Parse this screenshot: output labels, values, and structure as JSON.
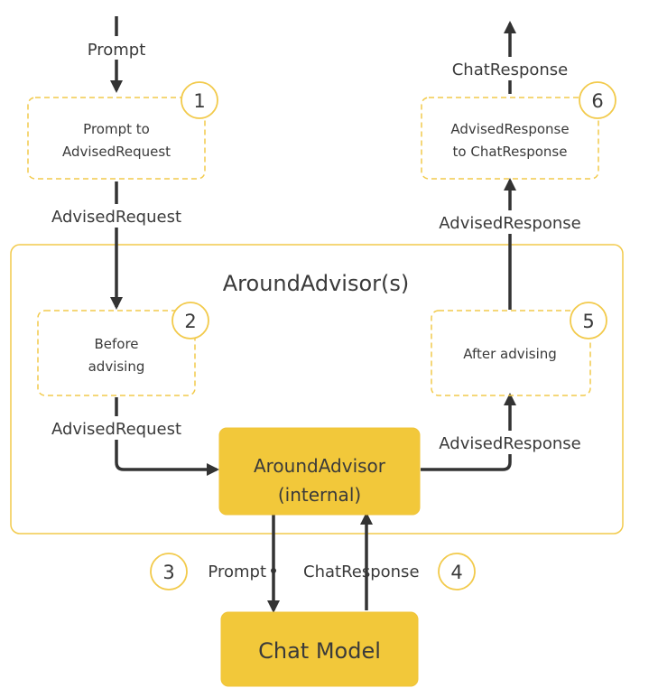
{
  "colors": {
    "accent": "#f2c83a",
    "accent_stroke": "#f0c43a",
    "container_stroke": "#f2ca4b",
    "line": "#333333",
    "text": "#3a3a3a"
  },
  "group": {
    "title": "AroundAdvisor(s)"
  },
  "steps": {
    "s1": {
      "number": "1",
      "line1": "Prompt to",
      "line2": "AdvisedRequest"
    },
    "s2": {
      "number": "2",
      "line1": "Before",
      "line2": "advising"
    },
    "s3": {
      "number": "3"
    },
    "s4": {
      "number": "4"
    },
    "s5": {
      "number": "5",
      "line1": "After advising"
    },
    "s6": {
      "number": "6",
      "line1": "AdvisedResponse",
      "line2": "to ChatResponse"
    }
  },
  "nodes": {
    "internal": {
      "line1": "AroundAdvisor",
      "line2": "(internal)"
    },
    "chat_model": {
      "label": "Chat Model"
    }
  },
  "edges": {
    "input": "Prompt",
    "req_1": "AdvisedRequest",
    "req_2": "AdvisedRequest",
    "to_model": "Prompt",
    "from_model": "ChatResponse",
    "resp_1": "AdvisedResponse",
    "resp_2": "AdvisedResponse",
    "output": "ChatResponse"
  }
}
